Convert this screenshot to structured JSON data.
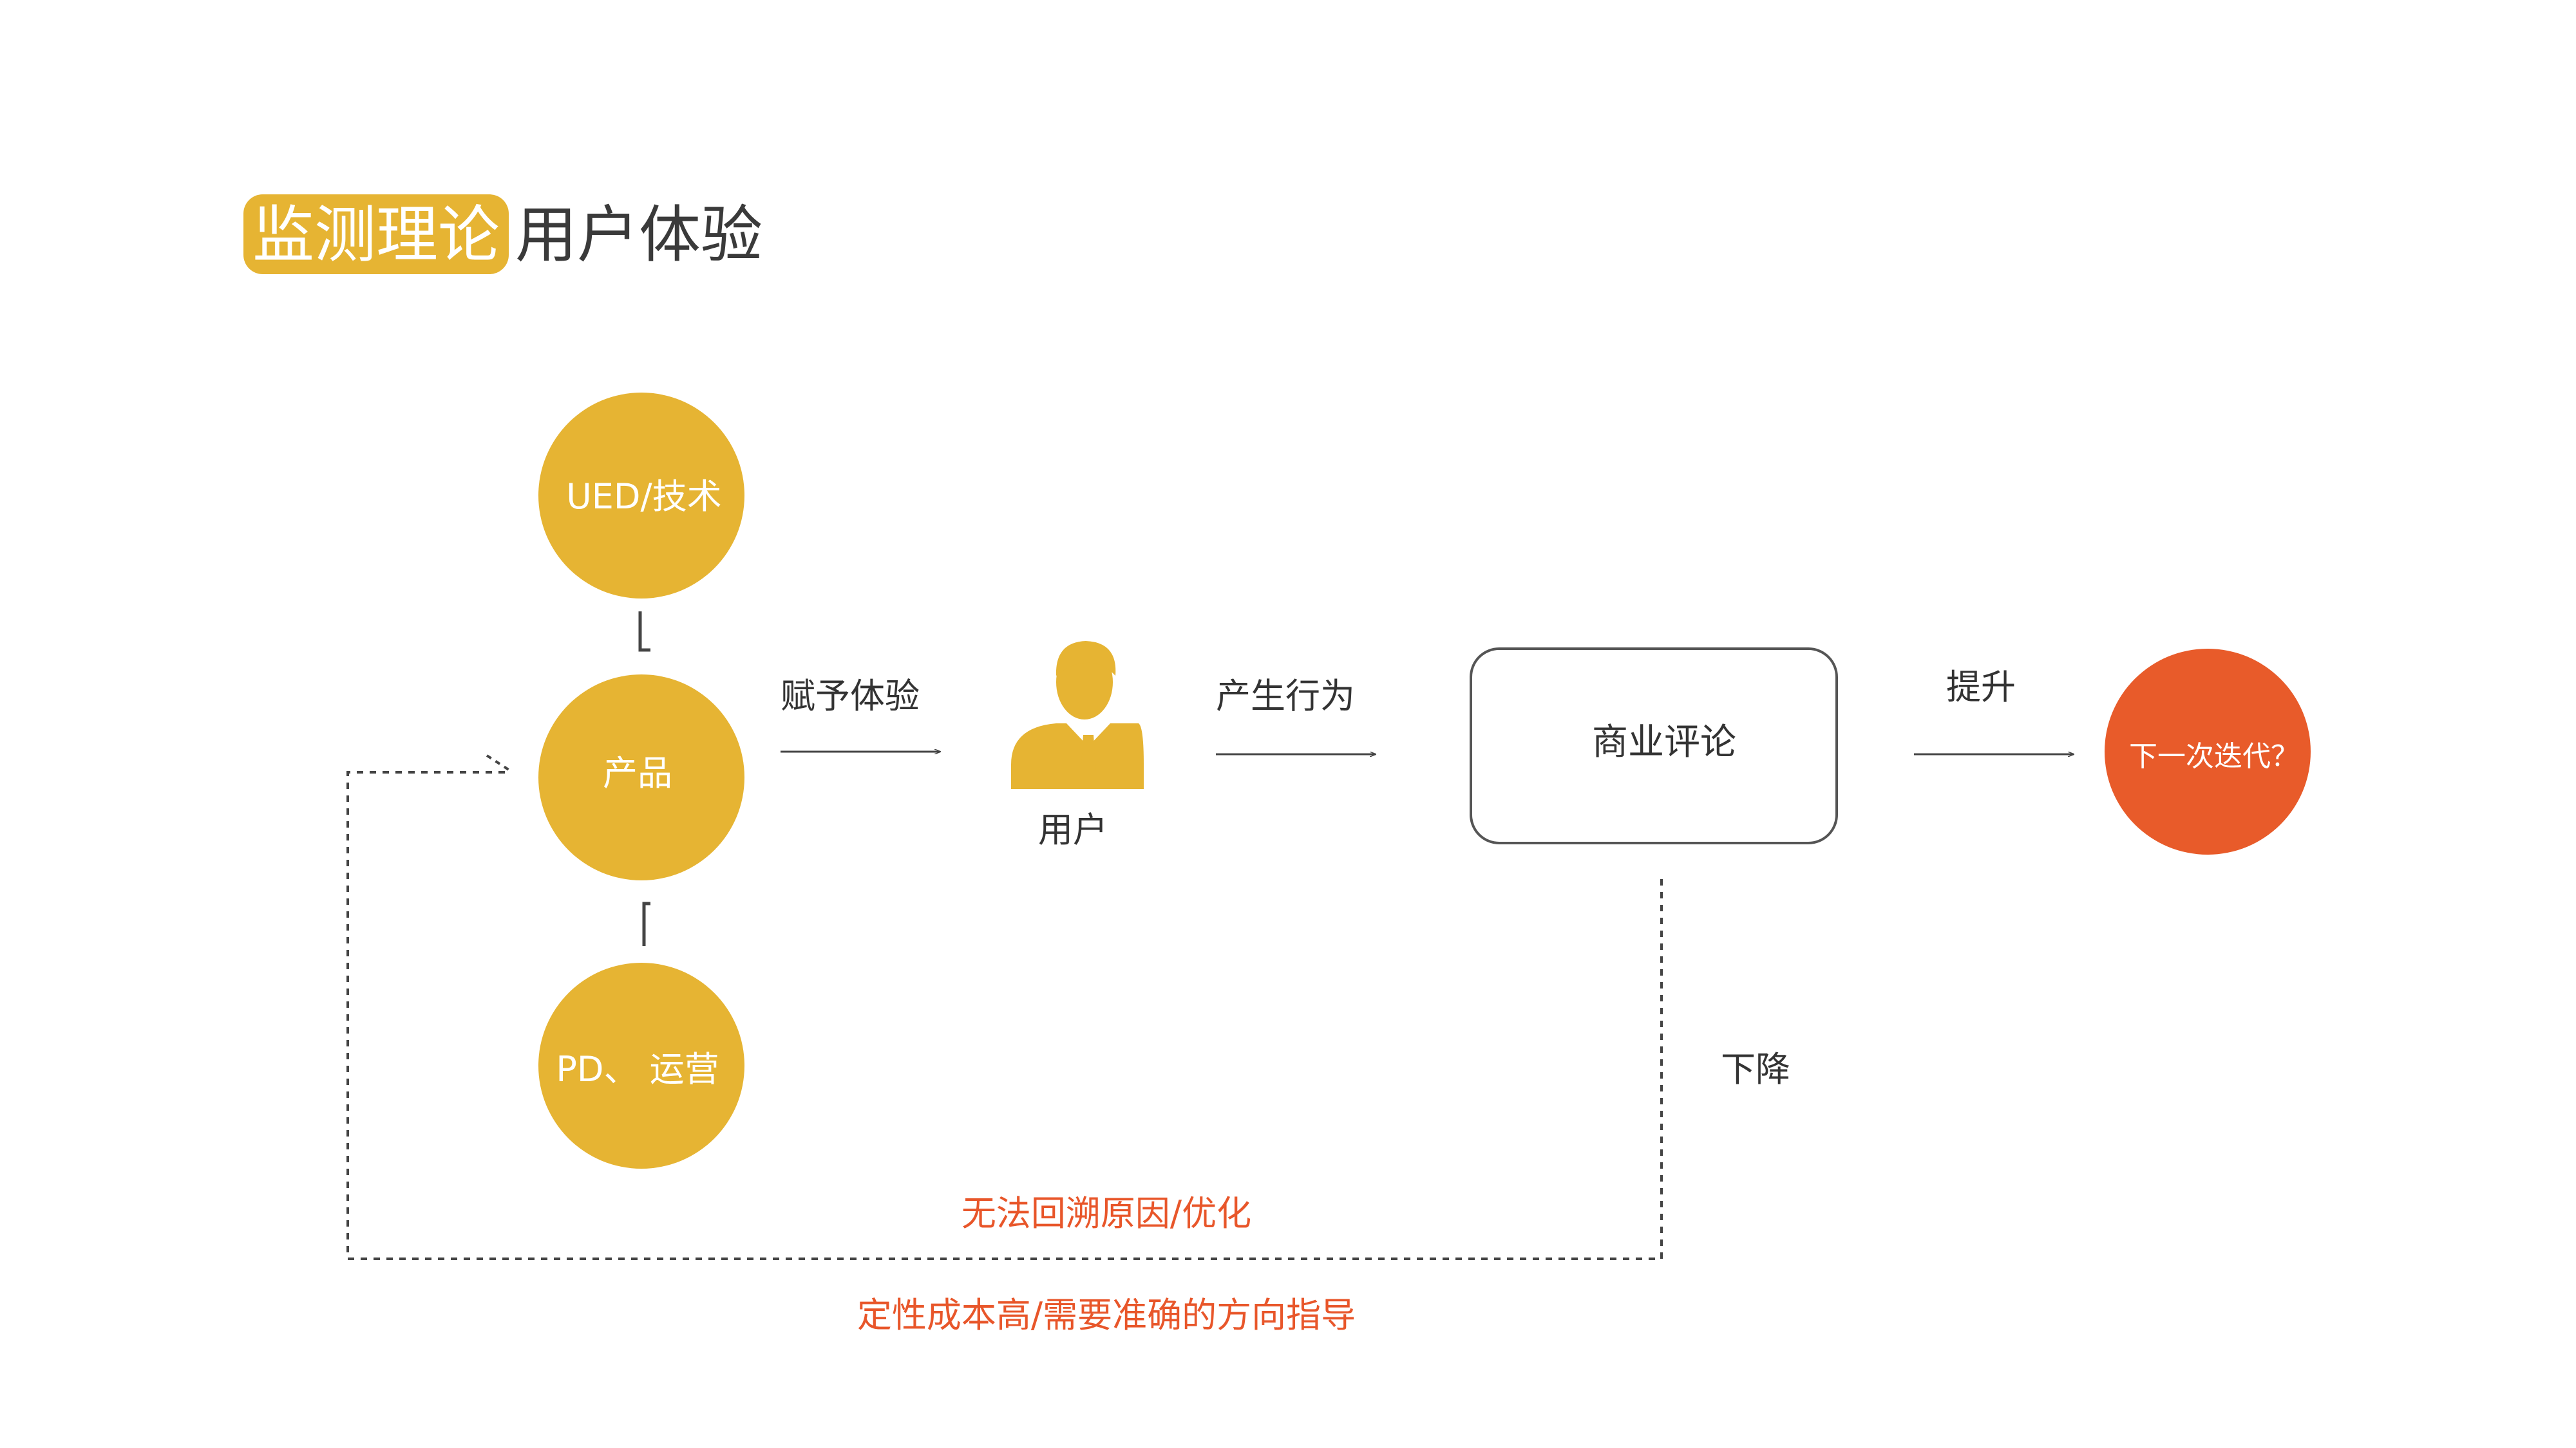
{
  "header": {
    "badge": "监测理论",
    "title": "用户体验"
  },
  "nodes": {
    "ued": "UED/技术",
    "product": "产品",
    "pd": "PD、 运营",
    "user_label": "用户",
    "business_review": "商业评论",
    "next_iteration": "下一次迭代？"
  },
  "edges": {
    "give_experience": "赋予体验",
    "produce_behavior": "产生行为",
    "improve": "提升",
    "decline": "下降"
  },
  "notes": {
    "cannot_trace": "无法回溯原因/优化",
    "qualitative_cost": "定性成本高/需要准确的方向指导"
  },
  "colors": {
    "accent_yellow": "#e6b433",
    "accent_orange": "#e85b2a",
    "note_orange": "#e8562a",
    "line_gray": "#444444"
  }
}
